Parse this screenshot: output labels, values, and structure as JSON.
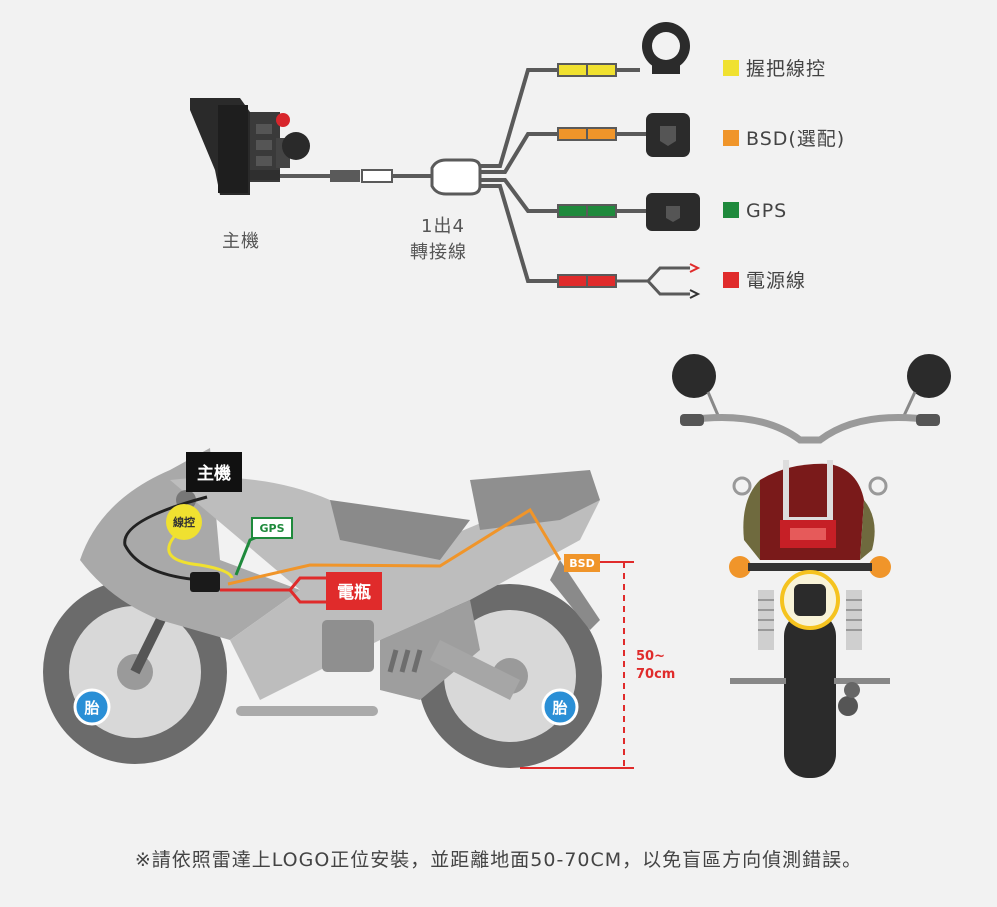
{
  "top": {
    "host_label": "主機",
    "splitter_label_line1": "1出4",
    "splitter_label_line2": "轉接線",
    "legend": [
      {
        "label": "握把線控",
        "color": "#f0e130"
      },
      {
        "label": "BSD(選配)",
        "color": "#f0952a"
      },
      {
        "label": "GPS",
        "color": "#1f8a3c"
      },
      {
        "label": "電源線",
        "color": "#e02b2b"
      }
    ]
  },
  "side_view": {
    "host_tag": "主機",
    "remote_tag": "線控",
    "gps_tag": "GPS",
    "battery_tag": "電瓶",
    "bsd_tag": "BSD",
    "tire_front": "胎",
    "tire_rear": "胎",
    "height_line1": "50~",
    "height_line2": "70cm"
  },
  "footnote": "※請依照雷達上LOGO正位安裝，並距離地面50-70CM，以免盲區方向偵測錯誤。",
  "colors": {
    "yellow": "#f0e130",
    "orange": "#f0952a",
    "green": "#1f8a3c",
    "red": "#e02b2b",
    "tire_blue": "#2a8fd6"
  }
}
